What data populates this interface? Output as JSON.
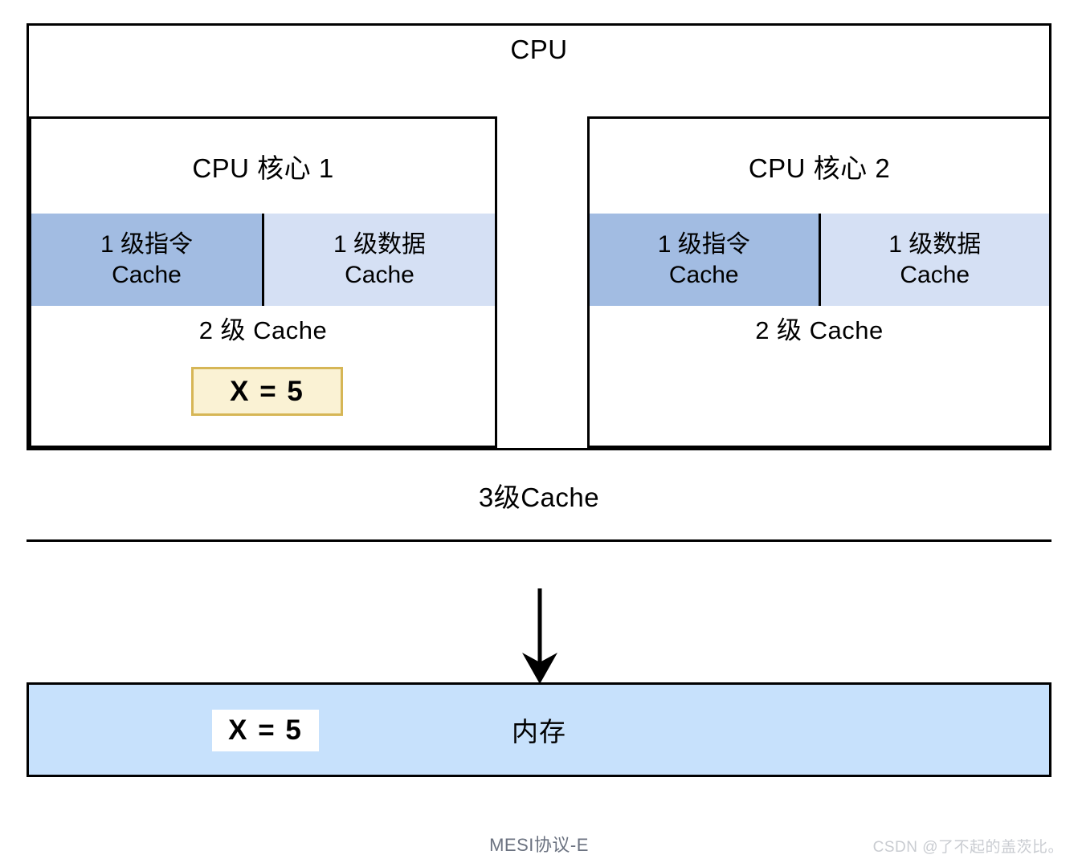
{
  "diagram": {
    "title": "CPU",
    "caption": "MESI协议-E",
    "watermark": "CSDN @了不起的盖茨比。",
    "colors": {
      "l1_instruction_fill": "#A2BCE2",
      "l1_data_fill": "#D5E0F4",
      "memory_fill": "#C7E1FC",
      "value_box_cream_fill": "#FAF2D4",
      "value_box_cream_border": "#D6B656",
      "value_box_white_fill": "#FFFFFF",
      "stroke": "#000000",
      "caption_color": "#6B7280",
      "watermark_color": "#C9CCD1"
    },
    "cores": [
      {
        "title": "CPU 核心 1",
        "l1_instruction_line1": "1 级指令",
        "l1_instruction_line2": "Cache",
        "l1_data_line1": "1 级数据",
        "l1_data_line2": "Cache",
        "l2_label": "2 级 Cache",
        "l2_value": "X =  5",
        "has_l2_value": true
      },
      {
        "title": "CPU 核心 2",
        "l1_instruction_line1": "1 级指令",
        "l1_instruction_line2": "Cache",
        "l1_data_line1": "1 级数据",
        "l1_data_line2": "Cache",
        "l2_label": "2 级 Cache",
        "l2_value": "",
        "has_l2_value": false
      }
    ],
    "l3_label": "3级Cache",
    "memory": {
      "value": "X =  5",
      "label": "内存"
    },
    "arrow": {
      "direction": "down",
      "from": "CPU",
      "to": "内存"
    }
  }
}
